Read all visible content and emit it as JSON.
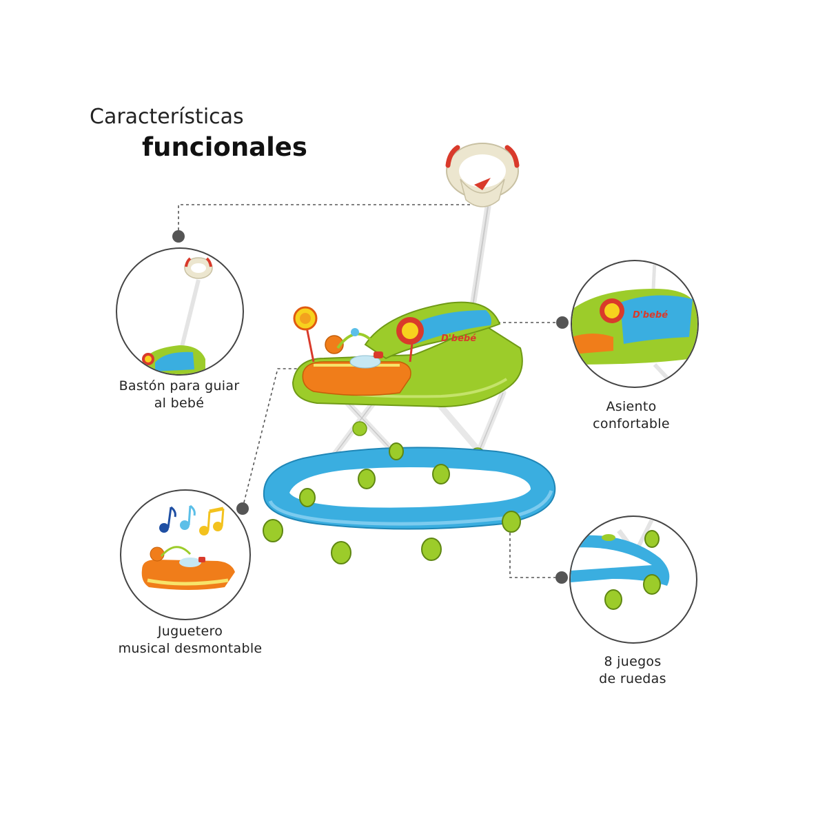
{
  "title": {
    "line1": "Características",
    "line2": "funcionales"
  },
  "features": [
    {
      "id": "handle",
      "line1": "Bastón para guiar",
      "line2": "al bebé"
    },
    {
      "id": "seat",
      "line1": "Asiento",
      "line2": "confortable"
    },
    {
      "id": "toy",
      "line1": "Juguetero",
      "line2": "musical desmontable"
    },
    {
      "id": "wheels",
      "line1": "8 juegos",
      "line2": "de ruedas"
    }
  ],
  "brand_logo_text": "D'bebé",
  "colors": {
    "green": "#9ccc2a",
    "blue": "#3aaee0",
    "orange": "#f07d1a",
    "cream": "#ece6cf",
    "red": "#d93a2b",
    "leader_line": "#555555"
  }
}
